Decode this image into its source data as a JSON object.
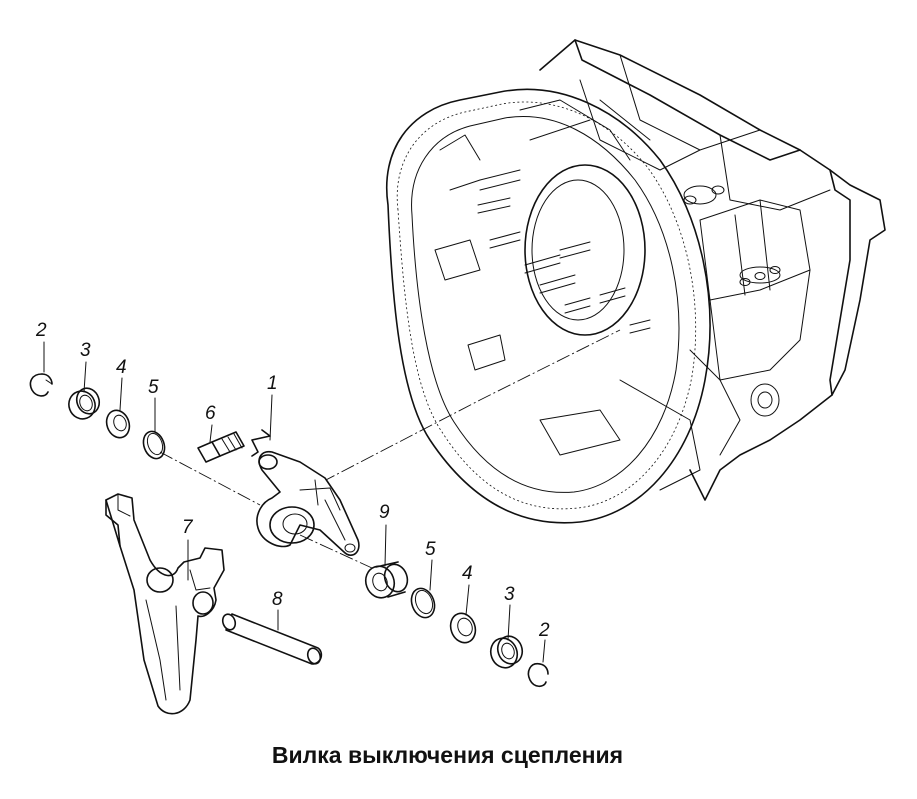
{
  "caption": "Вилка выключения сцепления",
  "parts": [
    {
      "id": "label-2-left",
      "text": "2"
    },
    {
      "id": "label-3-left",
      "text": "3"
    },
    {
      "id": "label-4-left",
      "text": "4"
    },
    {
      "id": "label-5-left",
      "text": "5"
    },
    {
      "id": "label-6",
      "text": "6"
    },
    {
      "id": "label-1",
      "text": "1"
    },
    {
      "id": "label-7",
      "text": "7"
    },
    {
      "id": "label-8",
      "text": "8"
    },
    {
      "id": "label-9",
      "text": "9"
    },
    {
      "id": "label-5-right",
      "text": "5"
    },
    {
      "id": "label-4-right",
      "text": "4"
    },
    {
      "id": "label-3-right",
      "text": "3"
    },
    {
      "id": "label-2-right",
      "text": "2"
    }
  ]
}
